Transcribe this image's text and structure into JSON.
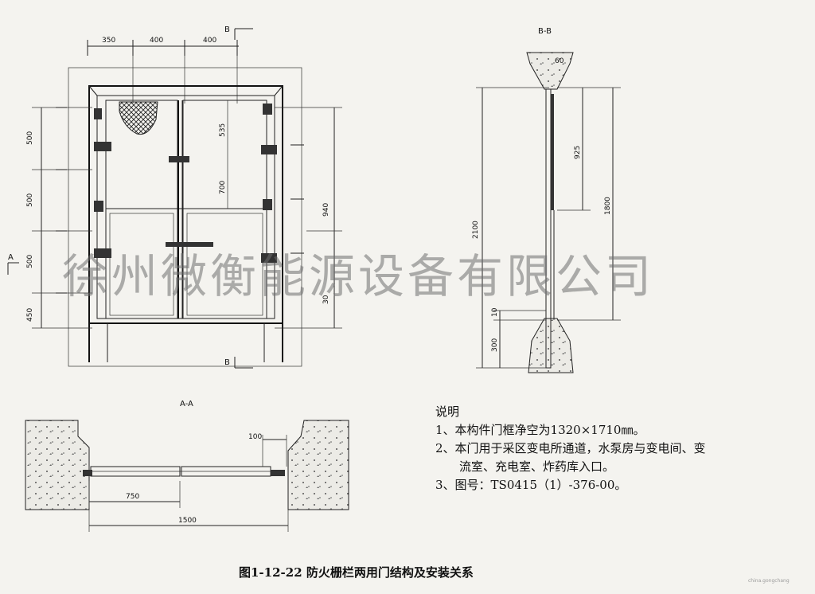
{
  "caption": "图1-12-22 防火栅栏两用门结构及安装关系",
  "watermark": "徐州微衡能源设备有限公司",
  "credit": "china.gongchang",
  "notes": {
    "title": "说明",
    "items": [
      "1、本构件门框净空为1320×1710㎜。",
      "2、本门用于采区变电所通道，水泵房与变电间、变",
      "流室、充电室、炸药库入口。",
      "3、图号：TS0415（1）-376-00。"
    ]
  },
  "front_view": {
    "section_b": "B",
    "section_a": "A",
    "top_dims": [
      "350",
      "400",
      "400"
    ],
    "left_dims": [
      "500",
      "500",
      "500",
      "450"
    ],
    "inner_dims": [
      "535",
      "700"
    ],
    "right_dims": [
      "940",
      "30"
    ]
  },
  "section_aa": {
    "title": "A-A",
    "dims": [
      "100",
      "750",
      "1500"
    ]
  },
  "section_bb": {
    "title": "B-B",
    "dims": [
      "60",
      "925",
      "1800",
      "2100",
      "10",
      "300"
    ]
  }
}
